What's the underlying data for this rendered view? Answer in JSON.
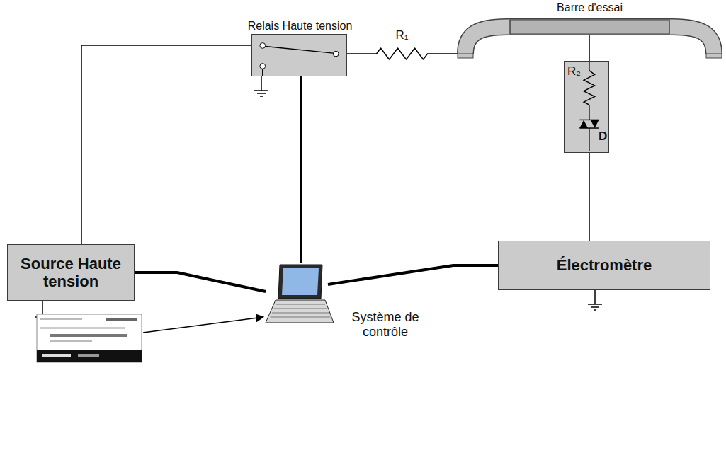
{
  "diagram": {
    "nodes": [
      {
        "text": [
          "Relais Haute tension"
        ]
      },
      {
        "text": [
          "Barre d'essai"
        ]
      },
      {
        "text": [
          "R₂",
          "D"
        ]
      },
      {
        "text": [
          "Source Haute tension"
        ]
      },
      {
        "text": [
          "Électromètre"
        ]
      },
      {
        "text": [
          "Système de contrôle"
        ]
      }
    ],
    "edges": [
      {
        "from": 3,
        "to": 0,
        "arrow": "none"
      },
      {
        "from": 0,
        "to": 1,
        "label": "R₁",
        "arrow": "none"
      },
      {
        "from": 1,
        "to": 2,
        "arrow": "none"
      },
      {
        "from": 2,
        "to": 4,
        "arrow": "none"
      },
      {
        "from": 3,
        "to": 5,
        "arrow": "none"
      },
      {
        "from": 0,
        "to": 5,
        "arrow": "none"
      },
      {
        "from": 4,
        "to": 5,
        "arrow": "none"
      }
    ]
  }
}
